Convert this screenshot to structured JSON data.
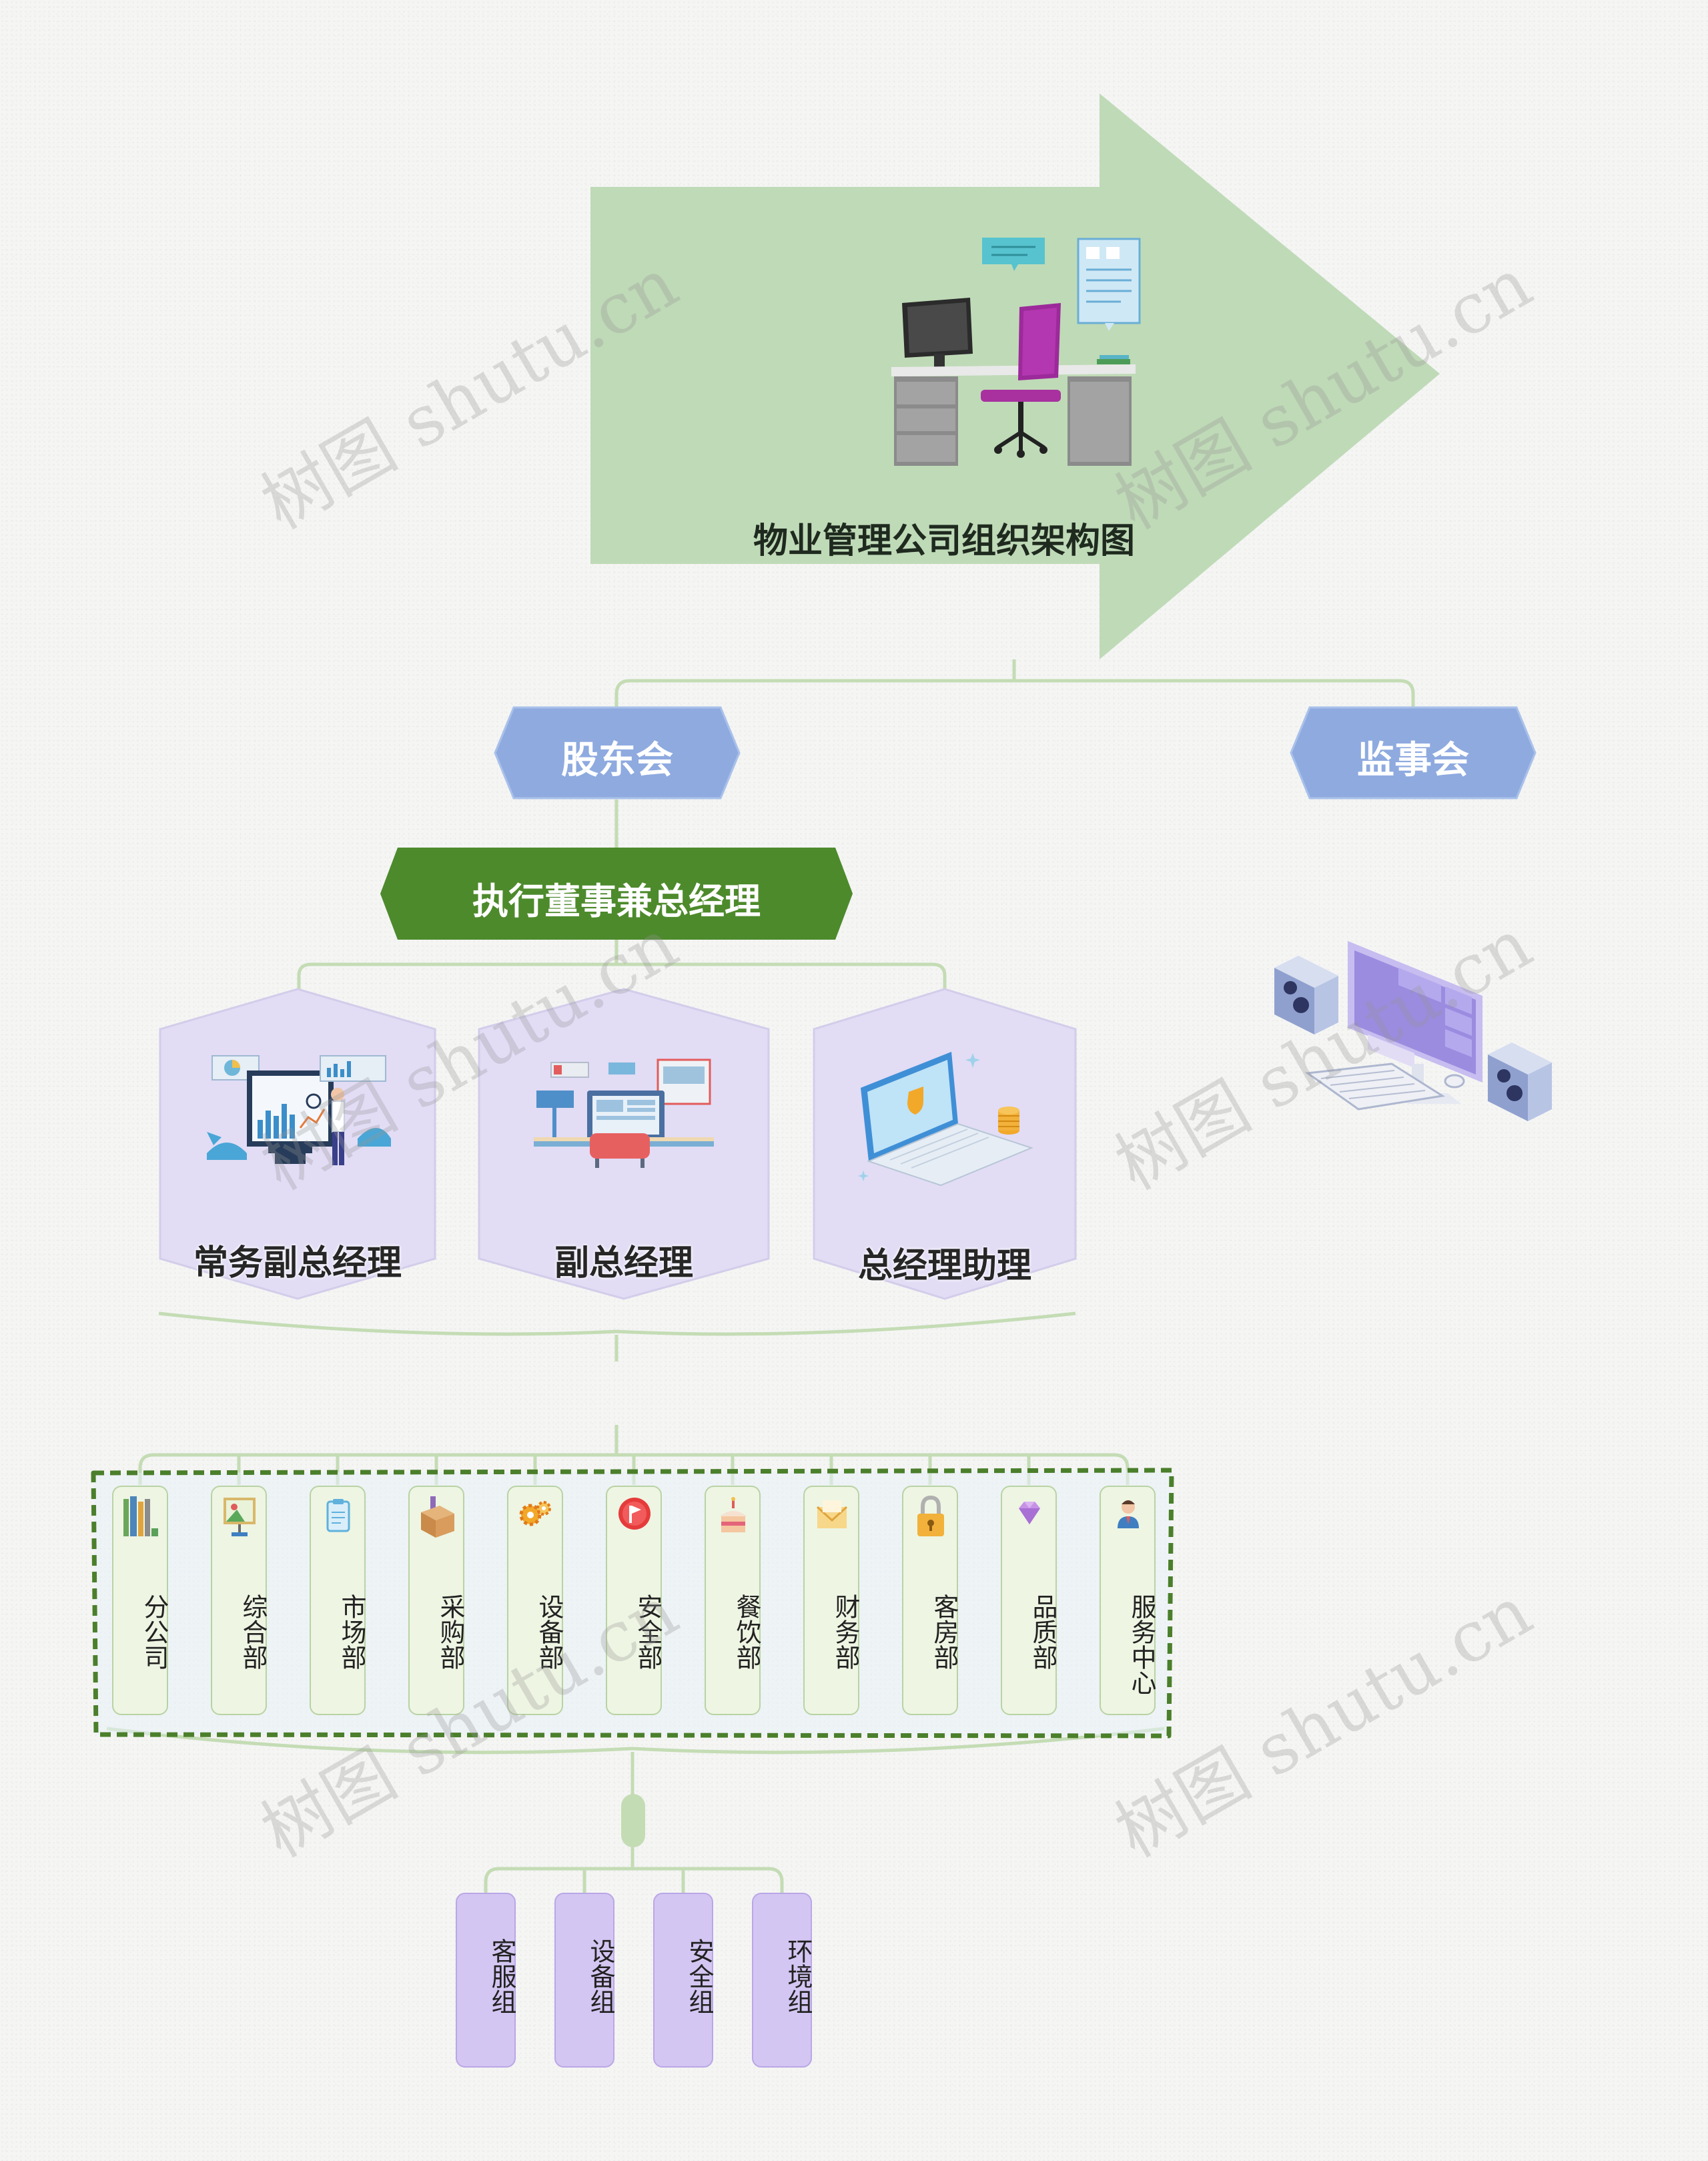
{
  "title": "物业管理公司组织架构图",
  "board": {
    "shareholders": "股东会",
    "supervisors": "监事会"
  },
  "executive": "执行董事兼总经理",
  "vice_managers": [
    {
      "label": "常务副总经理",
      "icon": "analytics-dashboard-icon"
    },
    {
      "label": "副总经理",
      "icon": "office-desk-icon"
    },
    {
      "label": "总经理助理",
      "icon": "laptop-security-icon"
    }
  ],
  "departments": [
    {
      "label": "分公司",
      "icon": "books-icon"
    },
    {
      "label": "综合部",
      "icon": "picture-board-icon"
    },
    {
      "label": "市场部",
      "icon": "clipboard-icon"
    },
    {
      "label": "采购部",
      "icon": "package-box-icon"
    },
    {
      "label": "设备部",
      "icon": "gears-icon"
    },
    {
      "label": "安全部",
      "icon": "flag-badge-icon"
    },
    {
      "label": "餐饮部",
      "icon": "cake-icon"
    },
    {
      "label": "财务部",
      "icon": "envelope-icon"
    },
    {
      "label": "客房部",
      "icon": "padlock-icon"
    },
    {
      "label": "品质部",
      "icon": "diamond-icon"
    },
    {
      "label": "服务中心",
      "icon": "service-person-icon"
    }
  ],
  "groups": [
    {
      "label": "客服组"
    },
    {
      "label": "设备组"
    },
    {
      "label": "安全组"
    },
    {
      "label": "环境组"
    }
  ],
  "watermark": "树图 shutu.cn",
  "colors": {
    "arrow": "#bfdab7",
    "hexagon_blue": "#8eaadf",
    "executive_green": "#4d8a2c",
    "vp_lavender": "#e2dcf5",
    "department_bg": "#eef5e3",
    "group_purple": "#d4c6f2",
    "connector": "#c4dcb4"
  }
}
